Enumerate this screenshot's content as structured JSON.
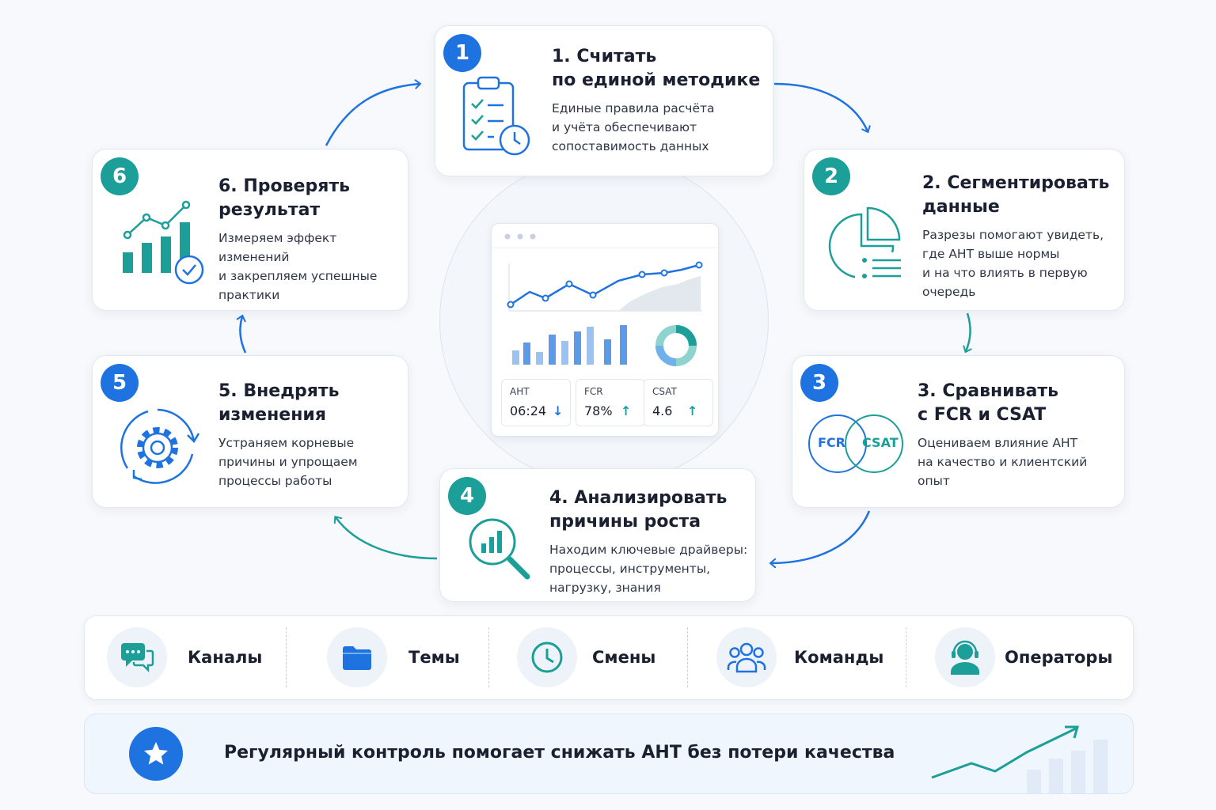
{
  "steps": [
    {
      "num": "1",
      "title": "1. Считать\nпо единой методике",
      "desc": "Единые правила расчёта\nи учёта обеспечивают\nсопоставимость данных",
      "icon": "clipboard-clock-icon"
    },
    {
      "num": "2",
      "title": "2. Сегментировать\nданные",
      "desc": "Разрезы помогают увидеть,\nгде AHT выше нормы\nи на что влиять в первую\nочередь",
      "icon": "pie-list-icon"
    },
    {
      "num": "3",
      "title": "3. Сравнивать\nс FCR и CSAT",
      "desc": "Оцениваем влияние AHT\nна качество и клиентский\nопыт",
      "icon": "venn-fcr-csat-icon",
      "venn": {
        "left": "FCR",
        "right": "CSAT"
      }
    },
    {
      "num": "4",
      "title": "4. Анализировать\nпричины роста",
      "desc": "Находим ключевые драйверы:\nпроцессы, инструменты,\nнагрузку, знания",
      "icon": "magnifier-chart-icon"
    },
    {
      "num": "5",
      "title": "5. Внедрять\nизменения",
      "desc": "Устраняем корневые\nпричины и упрощаем\nпроцессы работы",
      "icon": "gear-cycle-icon"
    },
    {
      "num": "6",
      "title": "6. Проверять\nрезультат",
      "desc": "Измеряем эффект изменений\nи закрепляем успешные\nпрактики",
      "icon": "growth-chart-check-icon"
    }
  ],
  "dashboard": {
    "kpis": [
      {
        "label": "AHT",
        "value": "06:24",
        "trend": "↓",
        "color": "#1f73e0"
      },
      {
        "label": "FCR",
        "value": "78%",
        "trend": "↑",
        "color": "#1c9f98"
      },
      {
        "label": "CSAT",
        "value": "4.6",
        "trend": "↑",
        "color": "#1c9f98"
      }
    ]
  },
  "segments": [
    {
      "label": "Каналы",
      "icon": "chat-bubbles-icon"
    },
    {
      "label": "Темы",
      "icon": "folder-icon"
    },
    {
      "label": "Смены",
      "icon": "clock-icon"
    },
    {
      "label": "Команды",
      "icon": "team-icon"
    },
    {
      "label": "Операторы",
      "icon": "operator-headset-icon"
    }
  ],
  "footer": {
    "text": "Регулярный контроль помогает снижать AHT без потери качества",
    "icon": "star-icon"
  },
  "colors": {
    "blue": "#1f73e0",
    "teal": "#1c9f98"
  }
}
